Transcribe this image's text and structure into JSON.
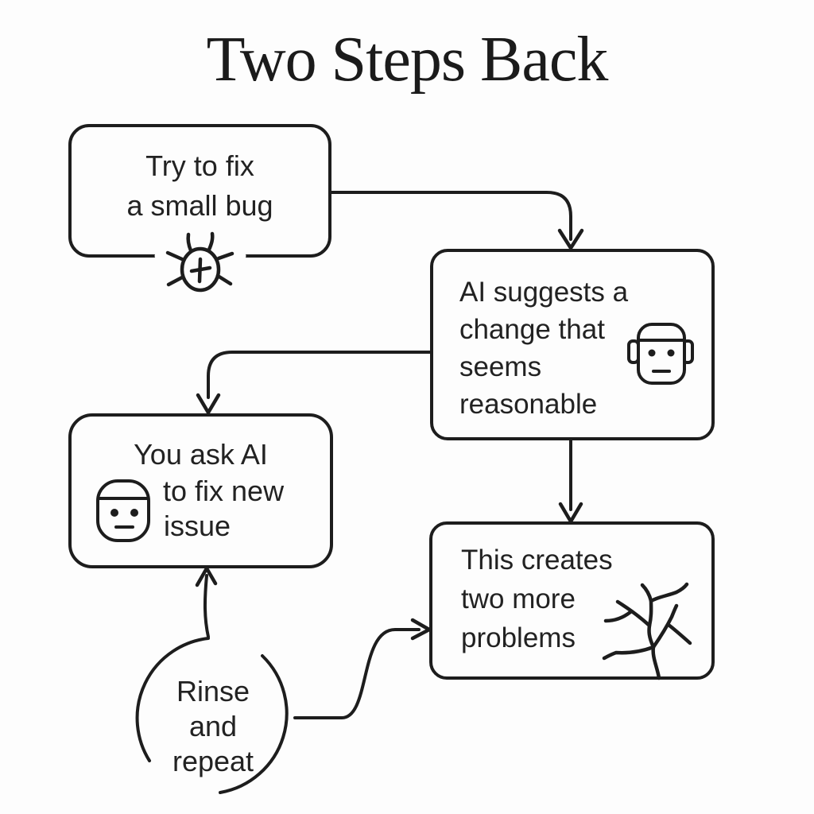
{
  "title": "Two Steps Back",
  "colors": {
    "ink": "#1d1d1d",
    "background": "#fdfdfd"
  },
  "diagram": {
    "type": "flowchart",
    "nodes": {
      "fix_bug": {
        "shape": "rounded-box",
        "icon": "bug-icon",
        "lines": [
          "Try to fix",
          "a small bug"
        ]
      },
      "ai_suggests": {
        "shape": "rounded-box",
        "icon": "robot-icon",
        "lines": [
          "AI suggests a",
          "change that",
          "seems",
          "reasonable"
        ]
      },
      "ask_ai": {
        "shape": "rounded-box",
        "icon": "robot-icon",
        "lines": [
          "You ask AI",
          "to fix new",
          "issue"
        ]
      },
      "two_problems": {
        "shape": "rounded-box",
        "icon": "branch-icon",
        "lines": [
          "This creates",
          "two more",
          "problems"
        ]
      },
      "rinse_repeat": {
        "shape": "circle",
        "icon": "",
        "lines": [
          "Rinse",
          "and",
          "repeat"
        ]
      }
    },
    "edges": [
      {
        "from": "fix_bug",
        "to": "ai_suggests"
      },
      {
        "from": "ai_suggests",
        "to": "ask_ai"
      },
      {
        "from": "ai_suggests",
        "to": "two_problems"
      },
      {
        "from": "rinse_repeat",
        "to": "ask_ai"
      },
      {
        "from": "rinse_repeat",
        "to": "two_problems"
      }
    ]
  }
}
